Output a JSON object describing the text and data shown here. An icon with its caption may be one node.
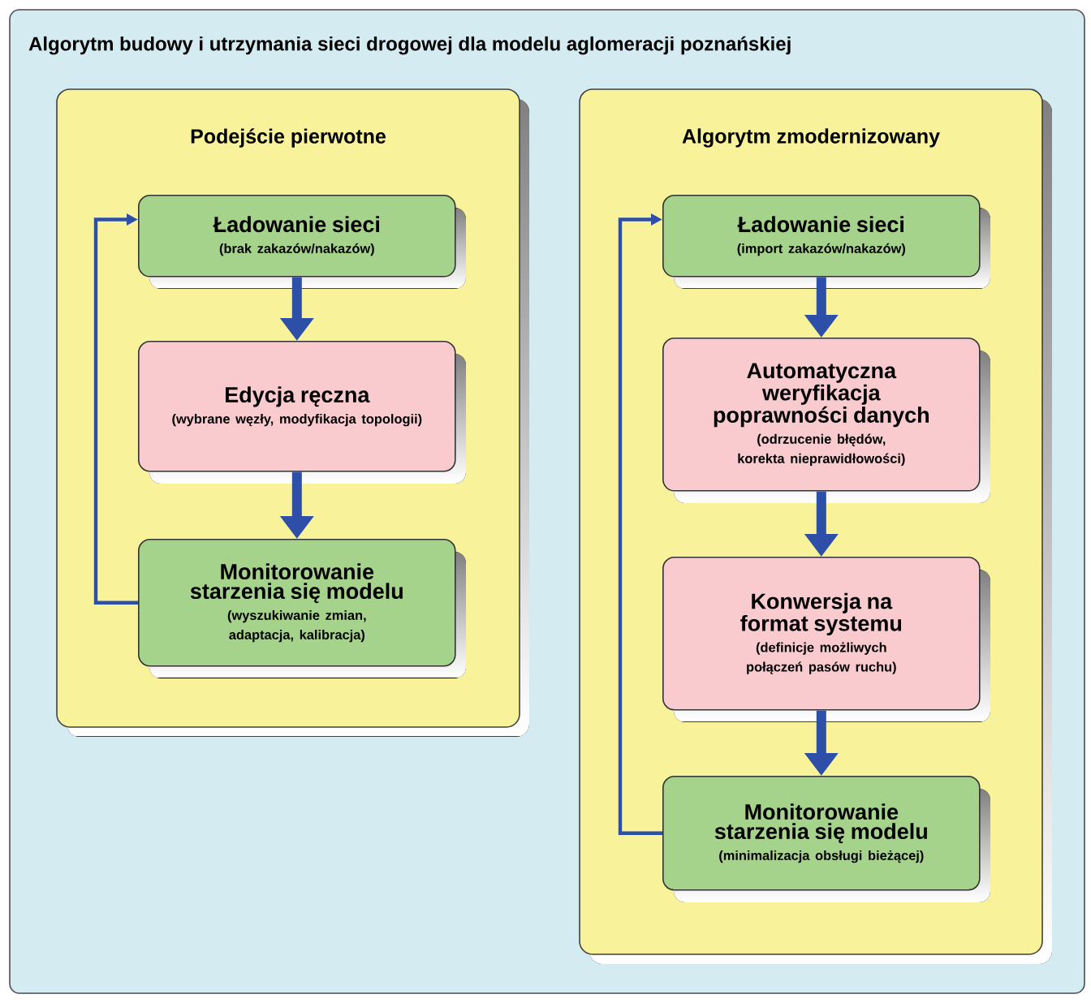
{
  "diagram": {
    "nodes": [
      {
        "text": [
          "Algorytm budowy i utrzymania sieci drogowej dla modelu aglomeracji poznańskiej"
        ]
      },
      {
        "text": [
          "Podejście pierwotne"
        ],
        "in": 0
      },
      {
        "text": [
          "Ładowanie sieci",
          "(brak zakazów/nakazów)"
        ],
        "in": 1
      },
      {
        "text": [
          "Edycja ręczna",
          "(wybrane węzły, modyfikacja topologii)"
        ],
        "in": 1
      },
      {
        "text": [
          "Monitorowanie starzenia się modelu",
          "(wyszukiwanie zmian, adaptacja, kalibracja)"
        ],
        "in": 1
      },
      {
        "text": [
          "Algorytm zmodernizowany"
        ],
        "in": 0
      },
      {
        "text": [
          "Ładowanie sieci",
          "(import zakazów/nakazów)"
        ],
        "in": 5
      },
      {
        "text": [
          "Automatyczna weryfikacja poprawności danych",
          "(odrzucenie błędów, korekta nieprawidłowości)"
        ],
        "in": 5
      },
      {
        "text": [
          "Konwersja na format systemu",
          "(definicje możliwych połączeń pasów ruchu)"
        ],
        "in": 5
      },
      {
        "text": [
          "Monitorowanie starzenia się modelu",
          "(minimalizacja obsługi bieżącej)"
        ],
        "in": 5
      }
    ],
    "edges": [
      {
        "from": 2,
        "to": 3,
        "arrow": "to"
      },
      {
        "from": 3,
        "to": 4,
        "arrow": "to"
      },
      {
        "from": 4,
        "to": 2,
        "arrow": "to"
      },
      {
        "from": 6,
        "to": 7,
        "arrow": "to"
      },
      {
        "from": 7,
        "to": 8,
        "arrow": "to"
      },
      {
        "from": 8,
        "to": 9,
        "arrow": "to"
      },
      {
        "from": 9,
        "to": 6,
        "arrow": "to"
      }
    ]
  }
}
